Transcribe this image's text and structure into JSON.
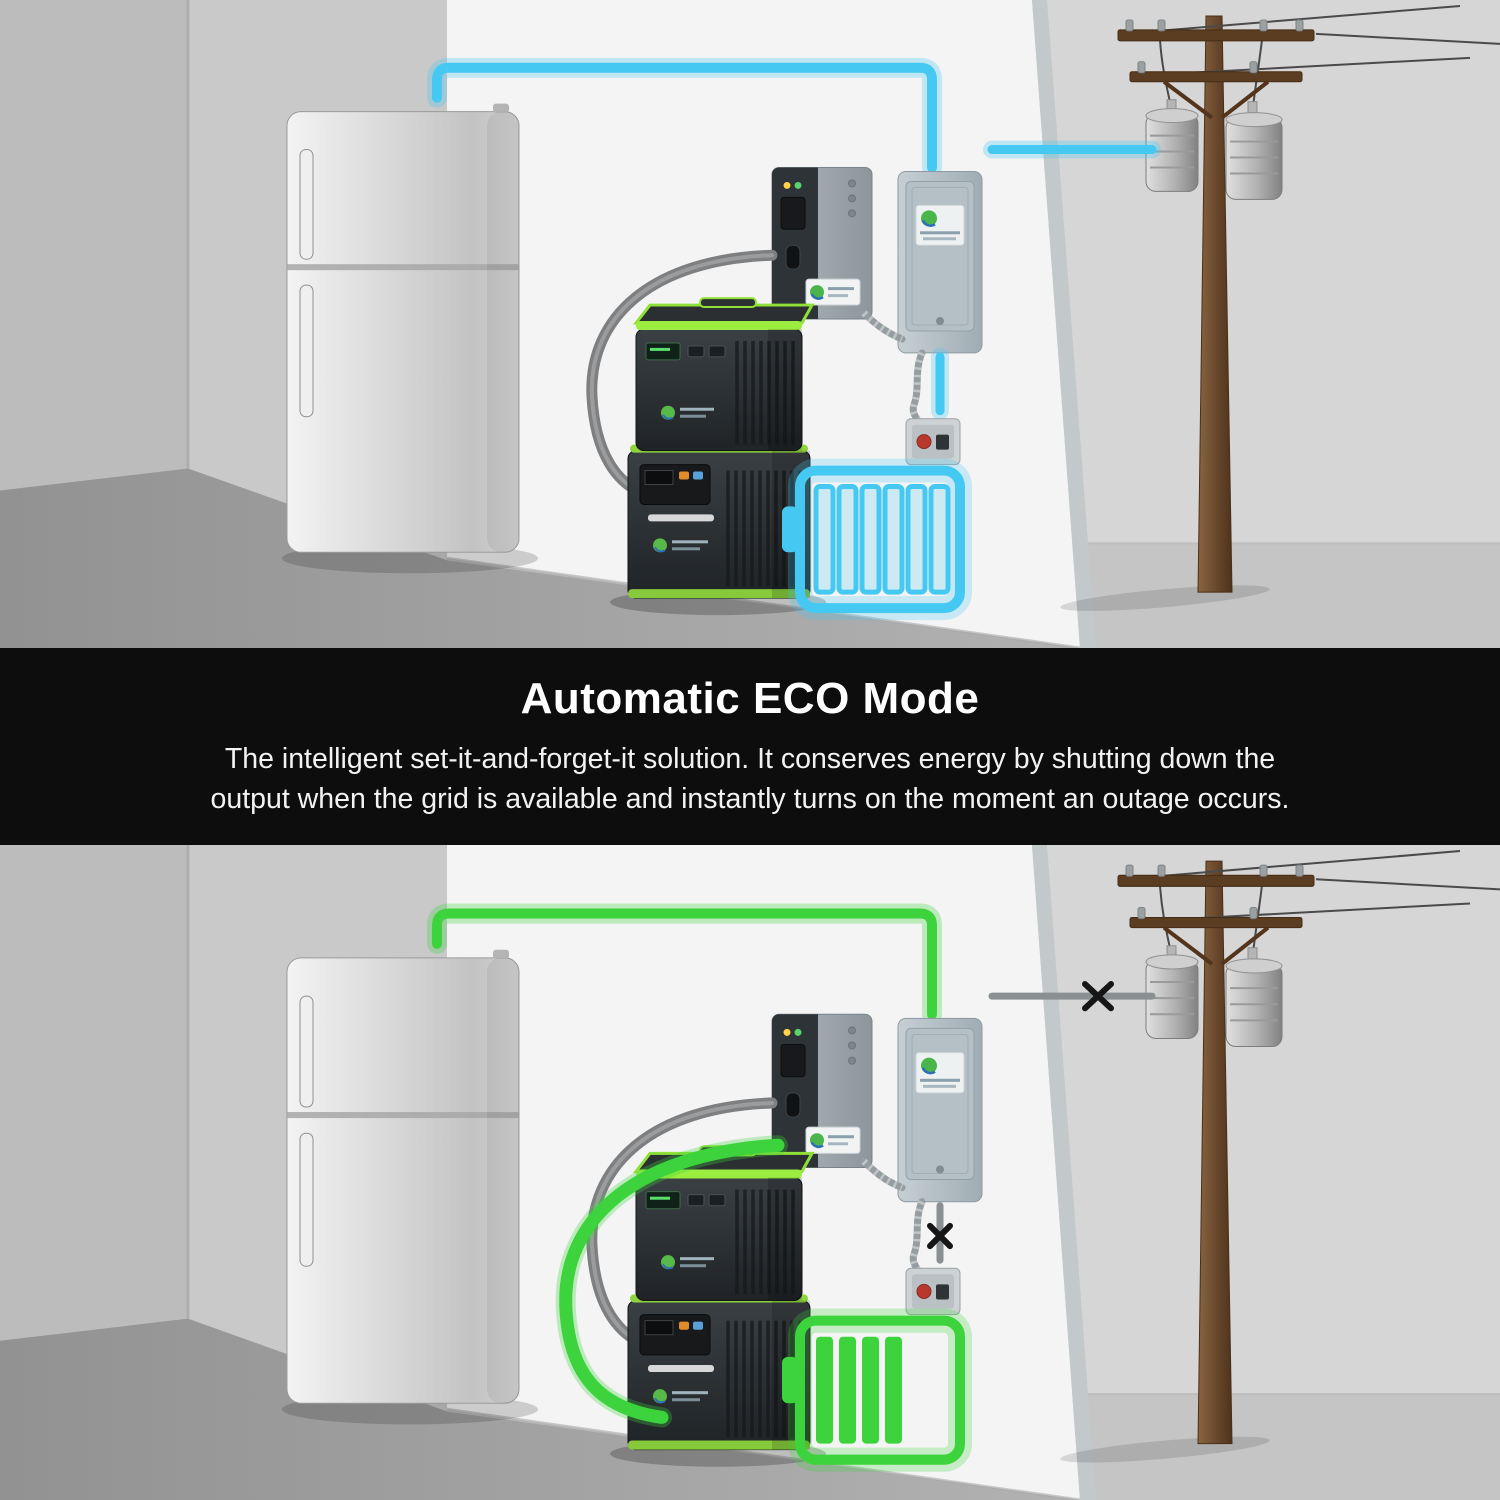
{
  "banner": {
    "title": "Automatic ECO Mode",
    "description_lines": [
      "The intelligent set-it-and-forget-it solution. It conserves energy by shutting down the",
      "output when the grid is available and instantly turns on the moment an outage occurs."
    ]
  },
  "scenes": [
    {
      "name": "grid-available",
      "mode": "grid",
      "flow_color": "#45c9f2",
      "grid_wire_color": "#45c9f2",
      "battery_bars": 6,
      "battery_style": "outline",
      "depicts": [
        "refrigerator",
        "stacked-portable-power-station",
        "inverter-transfer-switch",
        "breaker-panel",
        "wall-outlet",
        "battery-level-icon",
        "utility-pole-with-transformers",
        "power-flow-from-grid"
      ]
    },
    {
      "name": "grid-outage-eco",
      "mode": "outage",
      "flow_color": "#3dd33c",
      "grid_wire_color": "#8a8f91",
      "battery_bars": 4,
      "battery_style": "filled",
      "depicts": [
        "refrigerator",
        "stacked-portable-power-station",
        "inverter-transfer-switch",
        "breaker-panel",
        "wall-outlet",
        "battery-level-icon",
        "utility-pole-with-transformers",
        "grid-disconnected-breaks",
        "power-flow-from-battery"
      ]
    }
  ],
  "colors": {
    "banner_background": "#0d0d0d",
    "banner_text": "#ffffff",
    "flow_grid_on": "#45c9f2",
    "flow_grid_off": "#3dd33c",
    "offline_wire": "#8a8f91",
    "station_trim_green": "#8fd43e"
  }
}
